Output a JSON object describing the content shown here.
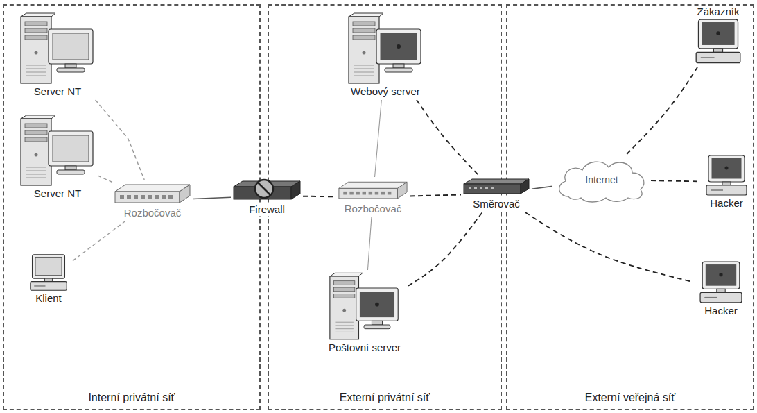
{
  "diagram": {
    "nodes": [
      {
        "text": [
          "Interní privátní síť"
        ]
      },
      {
        "text": [
          "Externí privátní síť"
        ]
      },
      {
        "text": [
          "Externí veřejná síť"
        ]
      },
      {
        "text": [
          "Server NT"
        ],
        "in": 0
      },
      {
        "text": [
          "Server NT"
        ],
        "in": 0
      },
      {
        "text": [
          "Rozbočovač"
        ],
        "in": 0
      },
      {
        "text": [
          "Klient"
        ],
        "in": 0
      },
      {
        "text": [
          "Firewall"
        ]
      },
      {
        "text": [
          "Webový server"
        ],
        "in": 1
      },
      {
        "text": [
          "Rozbočovač"
        ],
        "in": 1
      },
      {
        "text": [
          "Poštovní server"
        ],
        "in": 1
      },
      {
        "text": [
          "Směrovač"
        ]
      },
      {
        "text": [
          "Internet"
        ],
        "in": 2
      },
      {
        "text": [
          "Zákazník"
        ],
        "in": 2
      },
      {
        "text": [
          "Hacker"
        ],
        "in": 2
      },
      {
        "text": [
          "Hacker"
        ],
        "in": 2
      }
    ],
    "edges": [
      {
        "from": 3,
        "to": 5,
        "arrow": "none"
      },
      {
        "from": 4,
        "to": 5,
        "arrow": "none"
      },
      {
        "from": 6,
        "to": 5,
        "arrow": "none"
      },
      {
        "from": 5,
        "to": 7,
        "arrow": "none"
      },
      {
        "from": 7,
        "to": 9,
        "arrow": "none"
      },
      {
        "from": 9,
        "to": 8,
        "arrow": "none"
      },
      {
        "from": 9,
        "to": 10,
        "arrow": "none"
      },
      {
        "from": 9,
        "to": 11,
        "arrow": "none"
      },
      {
        "from": 8,
        "to": 11,
        "arrow": "none"
      },
      {
        "from": 10,
        "to": 11,
        "arrow": "none"
      },
      {
        "from": 11,
        "to": 12,
        "arrow": "none"
      },
      {
        "from": 12,
        "to": 13,
        "arrow": "none"
      },
      {
        "from": 12,
        "to": 14,
        "arrow": "none"
      },
      {
        "from": 11,
        "to": 15,
        "arrow": "none"
      }
    ]
  }
}
